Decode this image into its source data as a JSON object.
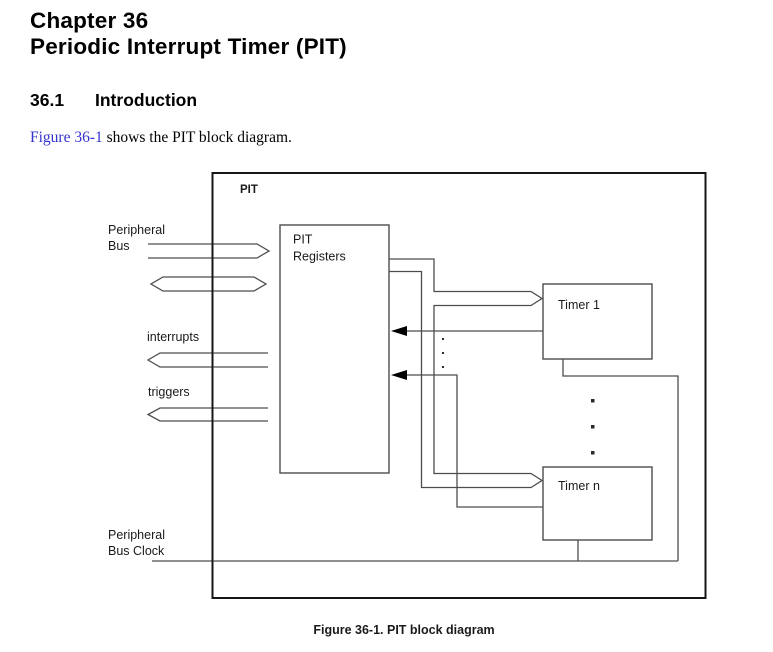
{
  "page": {
    "chapter_heading_line1": "Chapter 36",
    "chapter_heading_line2": "Periodic Interrupt Timer (PIT)",
    "section_number": "36.1",
    "section_title": "Introduction",
    "intro_link_text": "Figure 36-1",
    "intro_text_rest": " shows the PIT block diagram.",
    "link_color": "#3333cc"
  },
  "diagram": {
    "outer_box_label": "PIT",
    "registers_label_line1": "PIT",
    "registers_label_line2": "Registers",
    "timer1_label": "Timer 1",
    "timern_label": "Timer n",
    "peripheral_bus_line1": "Peripheral",
    "peripheral_bus_line2": "Bus",
    "interrupts_label": "interrupts",
    "triggers_label": "triggers",
    "clock_label_line1": "Peripheral",
    "clock_label_line2": "Bus Clock",
    "caption": "Figure 36-1. PIT block diagram",
    "line_color": "#4d4d4d",
    "outer_box_color": "#161616",
    "arrowhead_color": "#000000"
  }
}
